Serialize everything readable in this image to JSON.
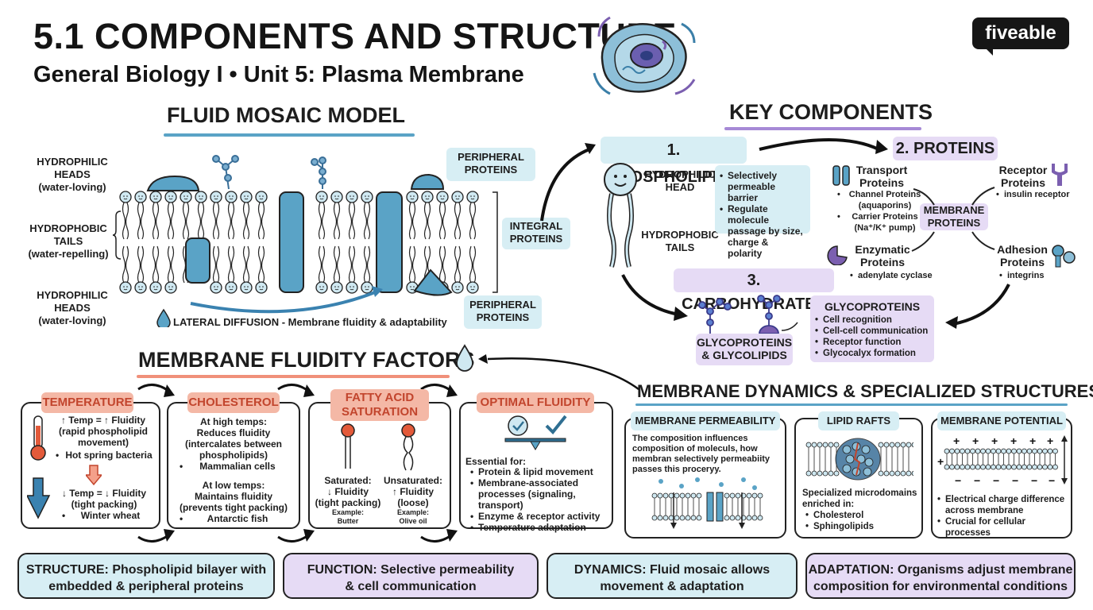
{
  "header": {
    "title": "5.1 COMPONENTS AND STRUCTURE",
    "subtitle": "General Biology I • Unit 5: Plasma Membrane",
    "logo": "fiveable"
  },
  "fluid_mosaic": {
    "heading": "FLUID MOSAIC MODEL",
    "hydrophilic_top": "HYDROPHILIC\nHEADS\n(water-loving)",
    "hydrophobic": "HYDROPHOBIC\nTAILS\n(water-repelling)",
    "hydrophilic_bottom": "HYDROPHILIC\nHEADS\n(water-loving)",
    "peripheral_top": "PERIPHERAL\nPROTEINS",
    "integral": "INTEGRAL\nPROTEINS",
    "peripheral_bottom": "PERIPHERAL\nPROTEINS",
    "lateral": "LATERAL DIFFUSION - Membrane fluidity & adaptability"
  },
  "key_components": {
    "heading": "KEY COMPONENTS",
    "phospholipids": {
      "title": "1. PHOSPHOLIPIDS",
      "head_label": "HYDROPHILIC\nHEAD",
      "tail_label": "HYDROPHOBIC\nTAILS",
      "notes": [
        "Selectively permeable barrier",
        "Regulate molecule passage by size, charge & polarity"
      ]
    },
    "proteins": {
      "title": "2. PROTEINS",
      "center": "MEMBRANE\nPROTEINS",
      "transport_title": "Transport\nProteins",
      "transport_items": [
        "Channel Proteins (aquaporins)",
        "Carrier Proteins (Na⁺/K⁺ pump)"
      ],
      "receptor_title": "Receptor\nProteins",
      "receptor_items": [
        "insulin receptor"
      ],
      "enzymatic_title": "Enzymatic\nProteins",
      "enzymatic_items": [
        "adenylate cyclase"
      ],
      "adhesion_title": "Adhesion\nProteins",
      "adhesion_items": [
        "integrins"
      ]
    },
    "carbohydrates": {
      "title": "3. CARBOHYDRATES",
      "label": "GLYCOPROTEINS\n& GLYCOLIPIDS",
      "box_title": "GLYCOPROTEINS",
      "box_items": [
        "Cell recognition",
        "Cell-cell communication",
        "Receptor function",
        "Glycocalyx formation"
      ]
    }
  },
  "fluidity": {
    "heading": "MEMBRANE FLUIDITY FACTORS",
    "temperature": {
      "title": "TEMPERATURE",
      "up": "↑ Temp = ↑ Fluidity\n(rapid phospholipid\nmovement)",
      "up_item": "Hot spring bacteria",
      "down": "↓ Temp = ↓ Fluidity\n(tight packing)",
      "down_item": "Winter wheat"
    },
    "cholesterol": {
      "title": "CHOLESTEROL",
      "high": "At high temps:\nReduces fluidity\n(intercalates between\nphospholipids)",
      "high_item": "Mammalian cells",
      "low": "At low temps:\nMaintains fluidity\n(prevents tight packing)",
      "low_item": "Antarctic fish"
    },
    "fatty_acid": {
      "title": "FATTY ACID\nSATURATION",
      "saturated": "Saturated:\n↓ Fluidity\n(tight packing)",
      "saturated_example": "Example:\nButter",
      "unsaturated": "Unsaturated:\n↑ Fluidity\n(loose)",
      "unsaturated_example": "Example:\nOlive oil"
    },
    "optimal": {
      "title": "OPTIMAL FLUIDITY",
      "lead": "Essential for:",
      "items": [
        "Protein & lipid movement",
        "Membrane-associated processes (signaling, transport)",
        "Enzyme & receptor activity",
        "Temperature adaptation"
      ]
    }
  },
  "dynamics": {
    "heading": "MEMBRANE DYNAMICS & SPECIALIZED STRUCTURES",
    "permeability": {
      "title": "MEMBRANE PERMEABILITY",
      "text": "The composition influences composition of moleculs, how membran selectively permeabiity passes this proceryy."
    },
    "rafts": {
      "title": "LIPID RAFTS",
      "text": "Specialized microdomains enriched in:",
      "items": [
        "Cholesterol",
        "Sphingolipids"
      ]
    },
    "potential": {
      "title": "MEMBRANE POTENTIAL",
      "items": [
        "Electrical charge difference across membrane",
        "Crucial for cellular processes"
      ]
    }
  },
  "bottom": {
    "structure": "STRUCTURE: Phospholipid bilayer with\nembedded & peripheral proteins",
    "function": "FUNCTION: Selective permeability\n& cell communication",
    "dynamics": "DYNAMICS: Fluid mosaic allows\nmovement & adaptation",
    "adaptation": "ADAPTATION: Organisms adjust membrane\ncomposition for environmental conditions"
  },
  "colors": {
    "blue": "#5aa3c6",
    "blue_dark": "#2f6f92",
    "lightblue": "#d7eef4",
    "purple": "#a689d6",
    "lavender": "#e6dbf5",
    "salmon": "#f4b8a6",
    "salmon_text": "#c2452d"
  },
  "icons": [
    "cell-icon",
    "thermometer-icon",
    "water-drop-icon",
    "check-icon",
    "glycoprotein-icon"
  ]
}
